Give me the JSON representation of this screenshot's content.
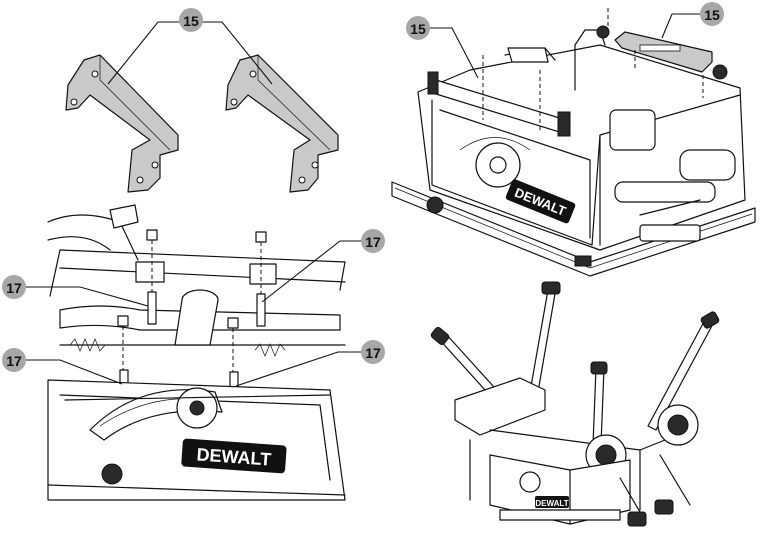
{
  "callouts": {
    "bracket_left": "15",
    "bracket_right": "15",
    "saw_top_left": "15",
    "saw_top_right": "15",
    "mount_upper_left": "17",
    "mount_upper_right": "17",
    "mount_lower_left": "17",
    "mount_lower_right": "17"
  },
  "brand": {
    "logo_text": "DEWALT"
  },
  "colors": {
    "callout_badge": "#a7a7a7",
    "line_art": "#111111",
    "bracket_fill": "#c9c9c9"
  }
}
